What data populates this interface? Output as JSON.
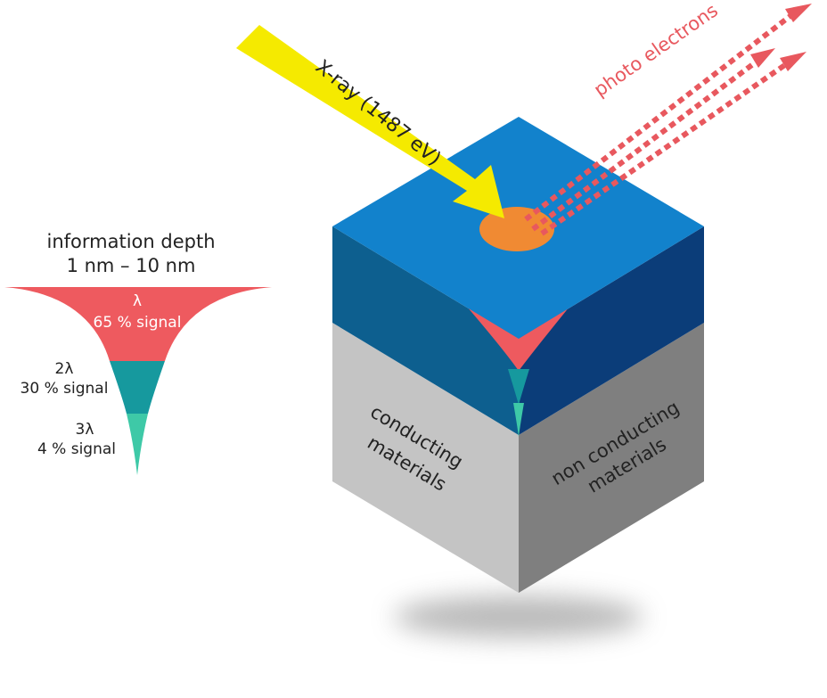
{
  "info_depth": {
    "title_line1": "information depth",
    "title_line2": "1 nm – 10 nm",
    "levels": [
      {
        "lambda": "λ",
        "signal": "65 % signal",
        "color": "#ee5a5f"
      },
      {
        "lambda": "2λ",
        "signal": "30 % signal",
        "color": "#16999e"
      },
      {
        "lambda": "3λ",
        "signal": "4 % signal",
        "color": "#3ec9a7"
      }
    ]
  },
  "beam": {
    "label": "X-ray (1487 eV)",
    "color": "#f5ea00"
  },
  "emission": {
    "label": "photo electrons",
    "color": "#e8585e"
  },
  "materials": {
    "left_line1": "conducting",
    "left_line2": "materials",
    "right_line1": "non conducting",
    "right_line2": "materials"
  },
  "colors": {
    "top_face": "#1282cc",
    "left_face_top": "#0d5f8f",
    "right_face_top": "#0b3d79",
    "left_face_bottom": "#c4c4c4",
    "right_face_bottom": "#7f7f7f",
    "spot": "#f08a33"
  }
}
